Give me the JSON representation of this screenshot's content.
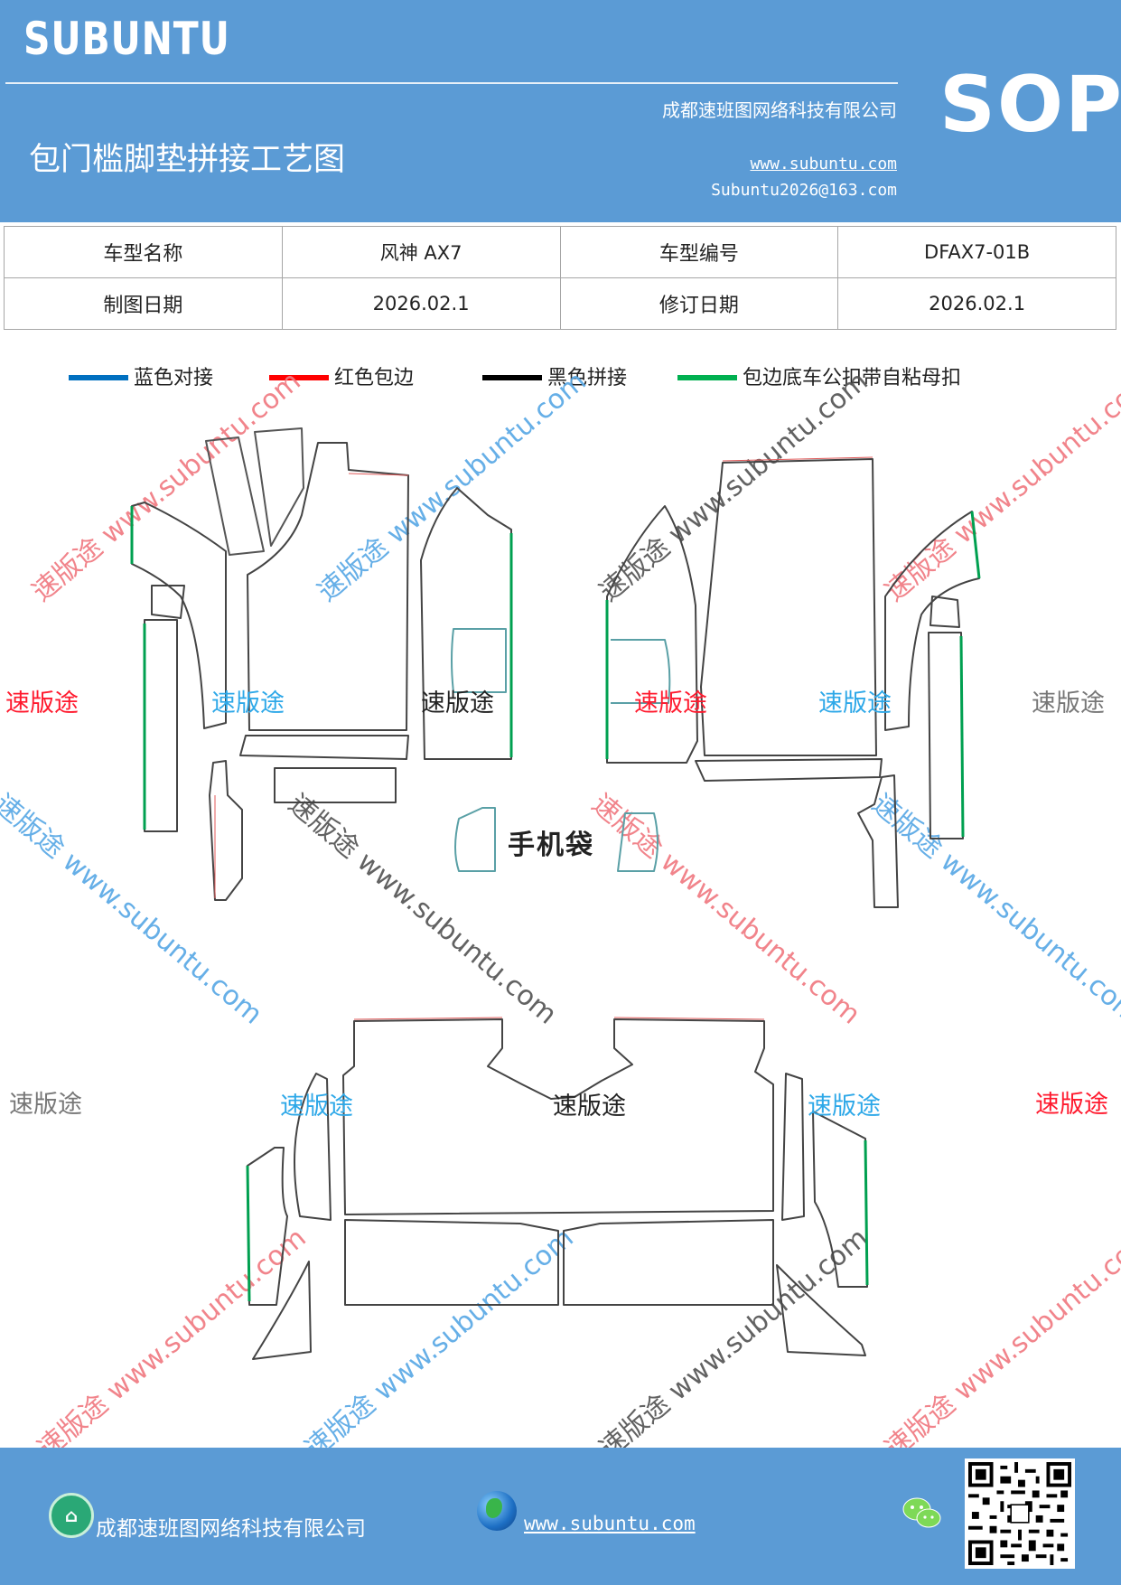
{
  "header": {
    "brand": "SUBUNTU",
    "doc_type": "SOP",
    "company": "成都速班图网络科技有限公司",
    "title": "包门槛脚垫拼接工艺图",
    "website": "www.subuntu.com",
    "email": "Subuntu2026@163.com"
  },
  "info": {
    "model_name_label": "车型名称",
    "model_name": "风神 AX7",
    "model_no_label": "车型编号",
    "model_no": "DFAX7-01B",
    "draw_date_label": "制图日期",
    "draw_date": "2026.02.1",
    "revise_date_label": "修订日期",
    "revise_date": "2026.02.1"
  },
  "legend": [
    {
      "label": "蓝色对接",
      "color": "#0070c0"
    },
    {
      "label": "红色包边",
      "color": "#ff0000"
    },
    {
      "label": "黑色拼接",
      "color": "#000000"
    },
    {
      "label": "包边底车公扣带自粘母扣",
      "color": "#00b050"
    }
  ],
  "labels": {
    "brand_cn": "速版途",
    "phone_bag": "手机袋",
    "watermark": "速版途 www.subuntu.com",
    "watermark_url": "www.subuntu.com"
  },
  "colors": {
    "header_bg": "#5b9bd5",
    "label_red": "#ff1a2e",
    "label_blue": "#2ea8e8",
    "label_gray": "#777777",
    "label_black": "#222222"
  },
  "footer": {
    "company": "成都速班图网络科技有限公司",
    "website": "www.subuntu.com",
    "icons": [
      "home-icon",
      "globe-icon",
      "wechat-icon",
      "qr-code"
    ]
  }
}
